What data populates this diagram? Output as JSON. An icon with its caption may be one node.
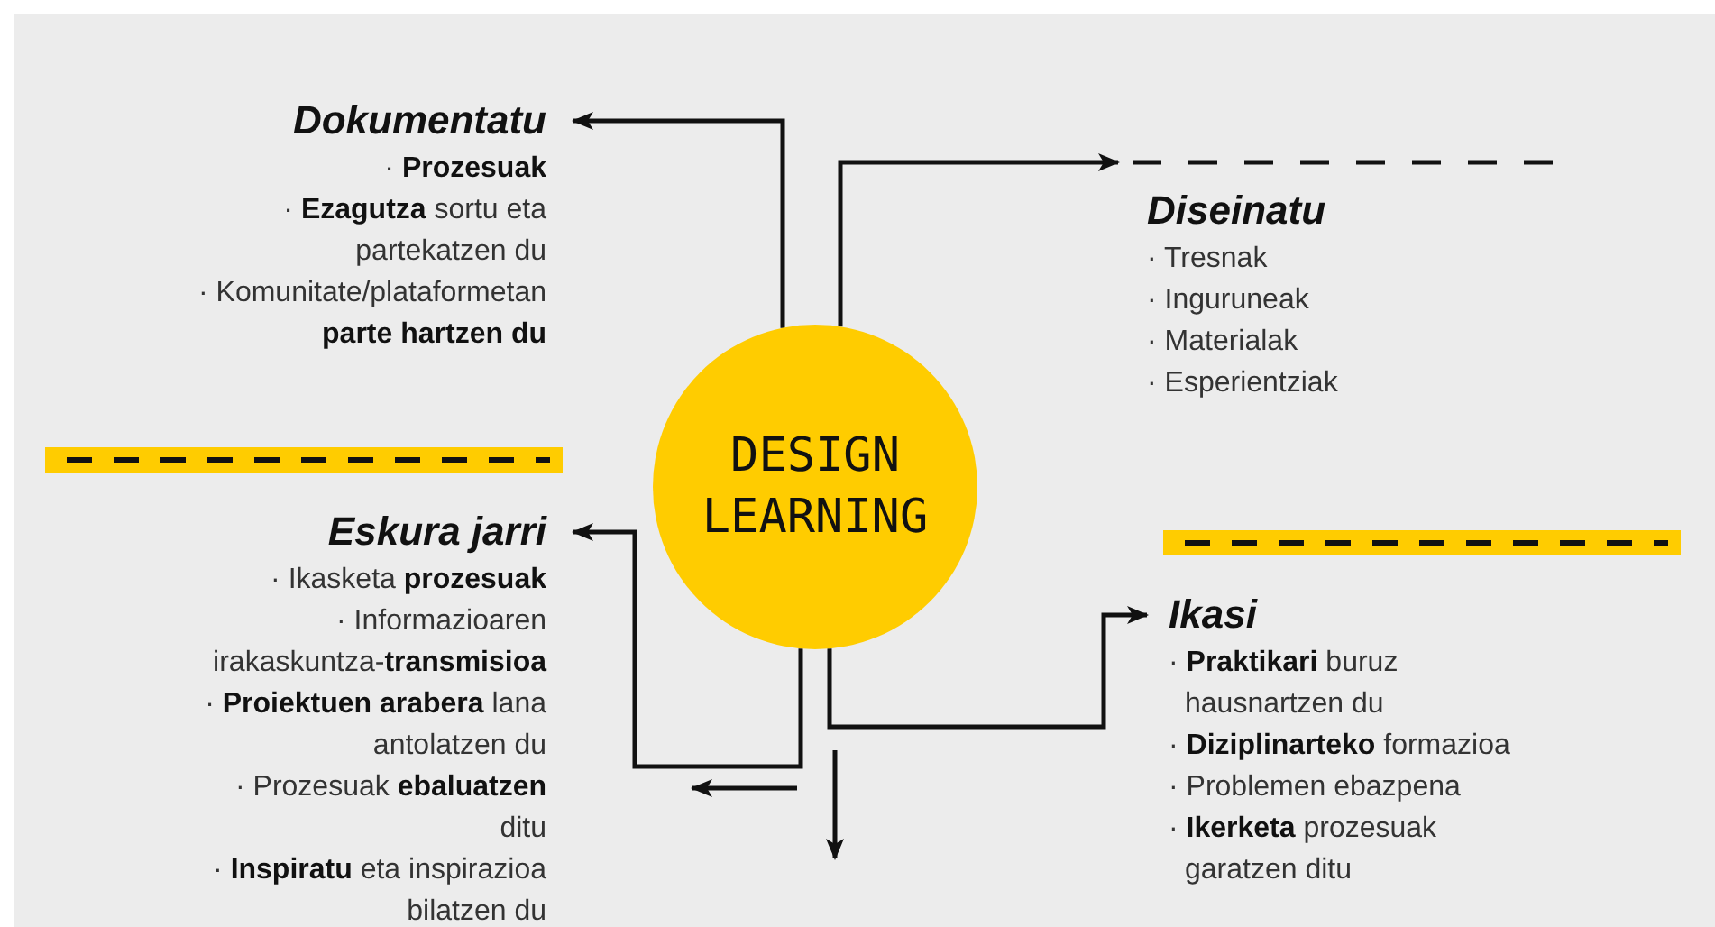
{
  "diagram": {
    "nodes": [
      {
        "text": [
          "DESIGN LEARNING"
        ]
      },
      {
        "text": [
          "Dokumentatu",
          "· **Prozesuak**",
          "· **Ezagutza** sortu eta partekatzen du",
          "· Komunitate/plataformetan **parte hartzen du**"
        ]
      },
      {
        "text": [
          "Diseinatu",
          "· Tresnak",
          "· Inguruneak",
          "· Materialak",
          "· Esperientziak"
        ]
      },
      {
        "text": [
          "Eskura jarri",
          "· Ikasketa **prozesuak**",
          "· Informazioaren irakaskuntza-**transmisioa**",
          "· **Proiektuen arabera** lana antolatzen du",
          "· Prozesuak **ebaluatzen** ditu",
          "· **Inspiratu** eta inspirazioa bilatzen du"
        ]
      },
      {
        "text": [
          "Ikasi",
          "· **Praktikari** buruz hausnartzen du",
          "· **Diziplinarteko** formazioa",
          "· Problemen ebazpena",
          "· **Ikerketa** prozesuak garatzen ditu"
        ]
      }
    ],
    "edges": [
      {
        "from": 0,
        "to": 1,
        "arrow": "to"
      },
      {
        "from": 0,
        "to": 2,
        "arrow": "to"
      },
      {
        "from": 0,
        "to": 3,
        "arrow": "to"
      },
      {
        "from": 0,
        "to": 4,
        "arrow": "to"
      }
    ]
  }
}
